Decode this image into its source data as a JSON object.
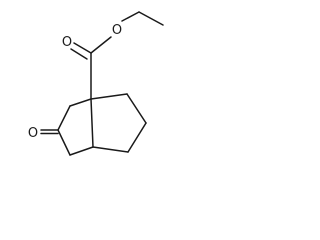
{
  "molecule": {
    "atom_labels": {
      "ester_ether_oxygen": "O",
      "carbonyl_oxygen_ester": "O",
      "ketone_oxygen": "O"
    }
  }
}
